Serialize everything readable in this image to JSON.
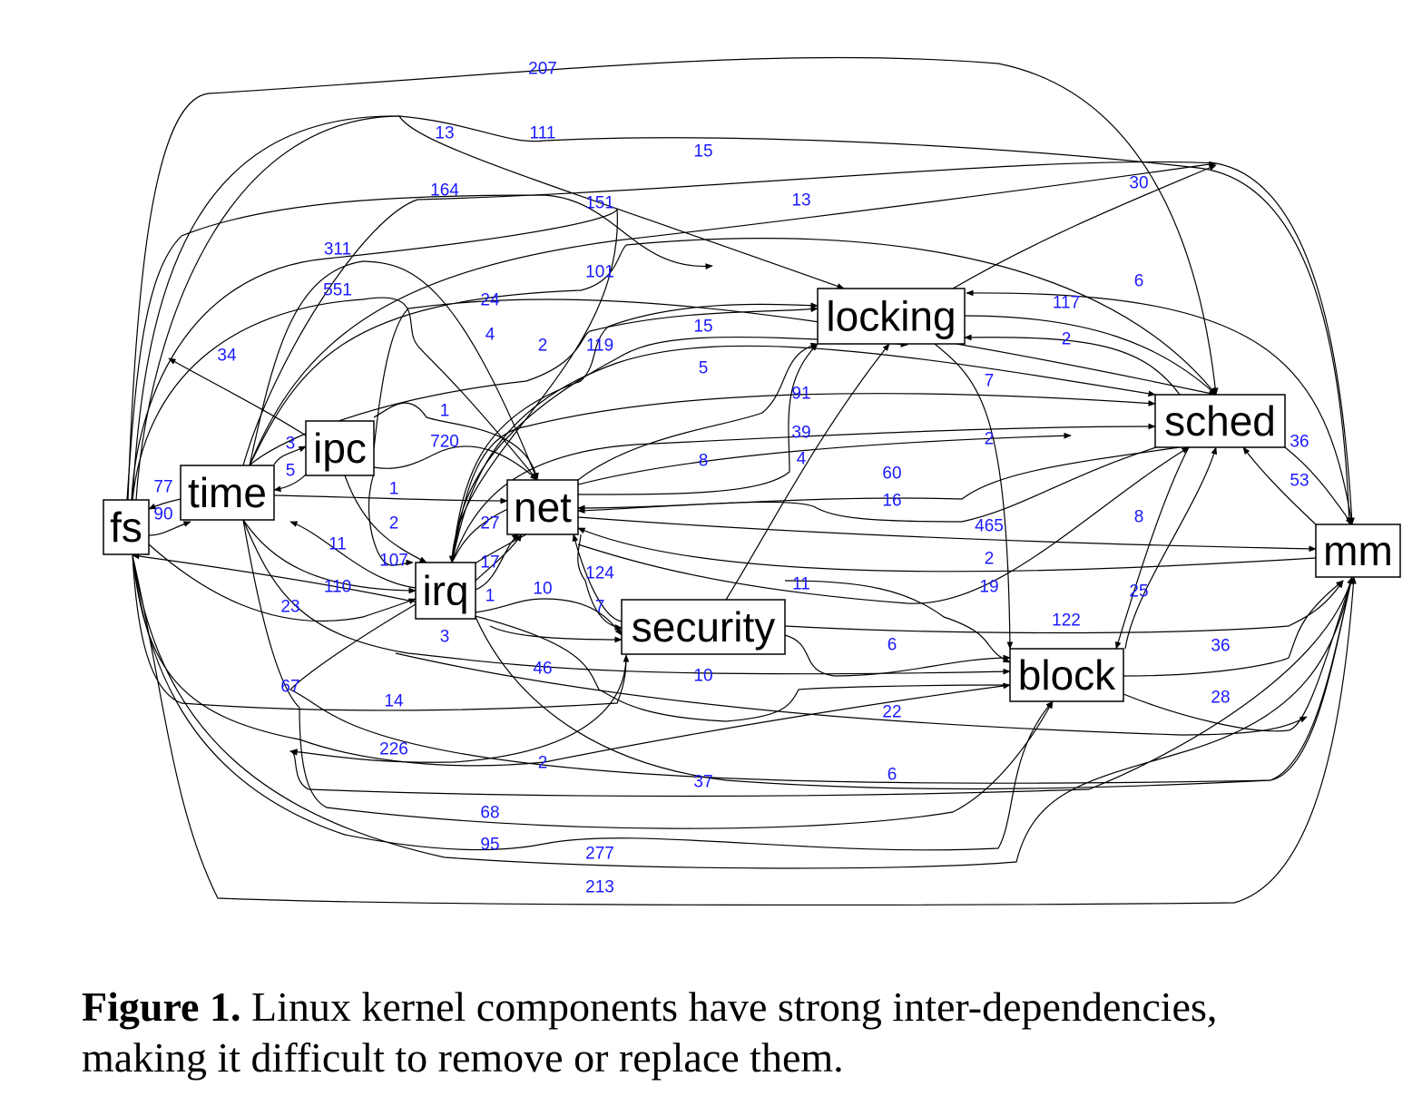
{
  "diagram": {
    "label_color": "#1a1aff",
    "nodes": [
      {
        "id": "fs",
        "label": "fs"
      },
      {
        "id": "time",
        "label": "time"
      },
      {
        "id": "ipc",
        "label": "ipc"
      },
      {
        "id": "net",
        "label": "net"
      },
      {
        "id": "irq",
        "label": "irq"
      },
      {
        "id": "security",
        "label": "security"
      },
      {
        "id": "locking",
        "label": "locking"
      },
      {
        "id": "sched",
        "label": "sched"
      },
      {
        "id": "mm",
        "label": "mm"
      },
      {
        "id": "block",
        "label": "block"
      }
    ],
    "edges": [
      {
        "from": "fs",
        "to": "sched",
        "label": "207"
      },
      {
        "from": "fs",
        "to": "locking",
        "label": "13"
      },
      {
        "from": "fs",
        "to": "mm",
        "label": "111"
      },
      {
        "from": "time",
        "to": "sched",
        "label": "15"
      },
      {
        "from": "fs",
        "to": "locking",
        "label": "164"
      },
      {
        "from": "fs",
        "to": "irq",
        "label": "151"
      },
      {
        "from": "time",
        "to": "sched",
        "label": "13"
      },
      {
        "from": "locking",
        "to": "sched",
        "label": "30"
      },
      {
        "from": "time",
        "to": "net",
        "label": "311"
      },
      {
        "from": "time",
        "to": "locking",
        "label": "101"
      },
      {
        "from": "mm",
        "to": "locking",
        "label": "6"
      },
      {
        "from": "fs",
        "to": "locking",
        "label": "551"
      },
      {
        "from": "ipc",
        "to": "sched",
        "label": "24"
      },
      {
        "from": "locking",
        "to": "sched",
        "label": "117"
      },
      {
        "from": "ipc",
        "to": "fs",
        "label": "34"
      },
      {
        "from": "time",
        "to": "locking",
        "label": "4"
      },
      {
        "from": "irq",
        "to": "locking",
        "label": "2"
      },
      {
        "from": "irq",
        "to": "locking",
        "label": "119"
      },
      {
        "from": "irq",
        "to": "sched",
        "label": "15"
      },
      {
        "from": "sched",
        "to": "locking",
        "label": "2"
      },
      {
        "from": "irq",
        "to": "sched",
        "label": "5"
      },
      {
        "from": "locking",
        "to": "block",
        "label": "7"
      },
      {
        "from": "net",
        "to": "locking",
        "label": "91"
      },
      {
        "from": "ipc",
        "to": "net",
        "label": "1"
      },
      {
        "from": "irq",
        "to": "sched",
        "label": "39"
      },
      {
        "from": "ipc",
        "to": "net",
        "label": "720"
      },
      {
        "from": "irq",
        "to": "sched",
        "label": "2"
      },
      {
        "from": "net",
        "to": "locking",
        "label": "8"
      },
      {
        "from": "security",
        "to": "locking",
        "label": "4"
      },
      {
        "from": "time",
        "to": "ipc",
        "label": "3"
      },
      {
        "from": "ipc",
        "to": "time",
        "label": "5"
      },
      {
        "from": "sched",
        "to": "net",
        "label": "60"
      },
      {
        "from": "fs",
        "to": "time",
        "label": "77"
      },
      {
        "from": "fs",
        "to": "time",
        "label": "90"
      },
      {
        "from": "time",
        "to": "net",
        "label": "1"
      },
      {
        "from": "sched",
        "to": "net",
        "label": "16"
      },
      {
        "from": "ipc",
        "to": "irq",
        "label": "2"
      },
      {
        "from": "net",
        "to": "irq",
        "label": "27"
      },
      {
        "from": "net",
        "to": "mm",
        "label": "465"
      },
      {
        "from": "irq",
        "to": "time",
        "label": "11"
      },
      {
        "from": "ipc",
        "to": "irq",
        "label": "107"
      },
      {
        "from": "irq",
        "to": "net",
        "label": "17"
      },
      {
        "from": "mm",
        "to": "net",
        "label": "2"
      },
      {
        "from": "net",
        "to": "security",
        "label": "124"
      },
      {
        "from": "security",
        "to": "block",
        "label": "11"
      },
      {
        "from": "net",
        "to": "sched",
        "label": "19"
      },
      {
        "from": "time",
        "to": "irq",
        "label": "110"
      },
      {
        "from": "irq",
        "to": "net",
        "label": "1"
      },
      {
        "from": "irq",
        "to": "security",
        "label": "10"
      },
      {
        "from": "security",
        "to": "net",
        "label": "7"
      },
      {
        "from": "fs",
        "to": "irq",
        "label": "23"
      },
      {
        "from": "irq",
        "to": "security",
        "label": "3"
      },
      {
        "from": "security",
        "to": "mm",
        "label": "122"
      },
      {
        "from": "security",
        "to": "block",
        "label": "6"
      },
      {
        "from": "block",
        "to": "mm",
        "label": "36"
      },
      {
        "from": "sched",
        "to": "block",
        "label": "8"
      },
      {
        "from": "block",
        "to": "sched",
        "label": "25"
      },
      {
        "from": "sched",
        "to": "mm",
        "label": "36"
      },
      {
        "from": "mm",
        "to": "sched",
        "label": "53"
      },
      {
        "from": "time",
        "to": "block",
        "label": "46"
      },
      {
        "from": "block",
        "to": "fs",
        "label": "10"
      },
      {
        "from": "irq",
        "to": "fs",
        "label": "67"
      },
      {
        "from": "fs",
        "to": "security",
        "label": "14"
      },
      {
        "from": "time",
        "to": "mm",
        "label": "22"
      },
      {
        "from": "block",
        "to": "mm",
        "label": "28"
      },
      {
        "from": "security",
        "to": "fs",
        "label": "226"
      },
      {
        "from": "fs",
        "to": "block",
        "label": "2"
      },
      {
        "from": "irq",
        "to": "mm",
        "label": "37"
      },
      {
        "from": "mm",
        "to": "time",
        "label": "6"
      },
      {
        "from": "time",
        "to": "block",
        "label": "68"
      },
      {
        "from": "fs",
        "to": "block",
        "label": "95"
      },
      {
        "from": "fs",
        "to": "mm",
        "label": "277"
      },
      {
        "from": "fs",
        "to": "mm",
        "label": "213"
      }
    ]
  },
  "caption": {
    "label": "Figure 1.",
    "line1": "Linux kernel components have strong inter-dependencies,",
    "line2": "making it difficult to remove or replace them."
  }
}
